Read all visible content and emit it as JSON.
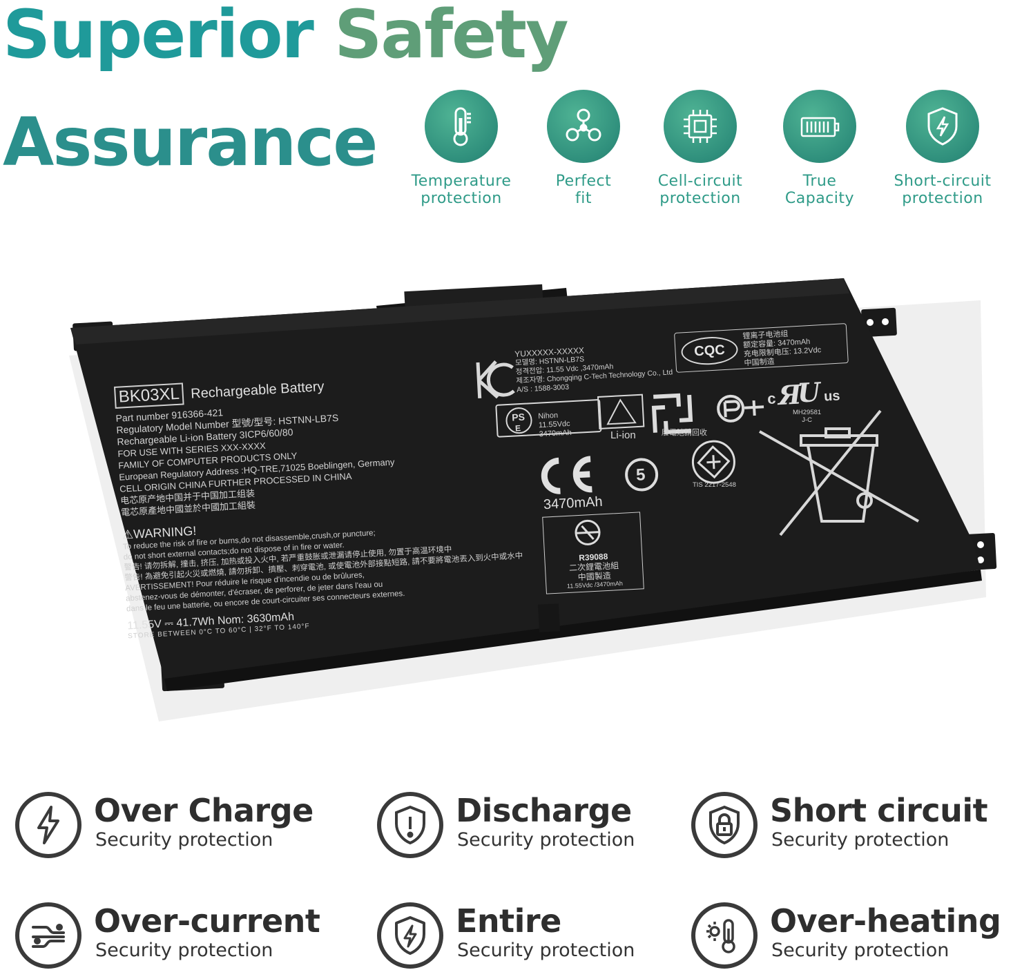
{
  "headline": {
    "line1_part1": "Superior ",
    "line1_part2": "Safety",
    "line2": "Assurance"
  },
  "colors": {
    "teal": "#1f9a9a",
    "green": "#5f9e78",
    "icon_green": "#2f8f7c",
    "dark": "#2e2e2e",
    "battery": "#1c1c1c"
  },
  "features": [
    {
      "icon": "thermometer-icon",
      "line1": "Temperature",
      "line2": "protection"
    },
    {
      "icon": "molecule-icon",
      "line1": "Perfect",
      "line2": "fit"
    },
    {
      "icon": "chip-icon",
      "line1": "Cell-circuit",
      "line2": "protection"
    },
    {
      "icon": "battery-icon",
      "line1": "True",
      "line2": "Capacity"
    },
    {
      "icon": "shield-bolt-icon",
      "line1": "Short-circuit",
      "line2": "protection"
    }
  ],
  "battery": {
    "model": "BK03XL",
    "title": "Rechargeable Battery",
    "spec_lines": [
      "Part number 916366-421",
      "Regulatory Model Number 型號/型号: HSTNN-LB7S",
      "Rechargeable Li-ion Battery  3ICP6/60/80",
      "FOR USE WITH SERIES XXX-XXXX",
      "FAMILY OF COMPUTER PRODUCTS ONLY",
      "European Regulatory Address :HQ-TRE,71025 Boeblingen, Germany",
      "CELL ORIGIN CHINA FURTHER PROCESSED IN CHINA",
      "电芯原产地中国并于中国加工组装",
      "電芯原產地中國並於中國加工組裝"
    ],
    "warning_title": "⚠WARNING!",
    "warning_lines": [
      "To reduce the risk of fire or burns,do not disassemble,crush,or puncture;",
      "do not short external contacts;do not dispose of in fire or water.",
      "警告! 请勿拆解, 撞击, 挤压, 加热或投入火中, 若严重鼓胀或泄漏请停止使用, 勿置于高温环境中",
      "警告! 為避免引起火災或燃燒, 請勿拆卸、擠壓、刺穿電池, 或使電池外部接點短路, 請不要將電池丟入到火中或水中",
      "AVERTISSEMENT! Pour réduire le risque d'incendie ou de brûlures,",
      "abstenez-vous de démonter, d'écraser, de perforer, de jeter dans l'eau ou",
      "dans le feu une batterie, ou encore de court-circuiter ses connecteurs externes."
    ],
    "voltage_line": "11.55V ⎓ 41.7Wh   Nom: 3630mAh",
    "store_line": "STORE BETWEEN  0°C TO 60°C | 32°F TO 140°F",
    "cert_lines": [
      "YUXXXXX-XXXXX",
      "모델명: HSTNN-LB7S",
      "정격전압: 11.55 Vdc ,3470mAh",
      "제조자명: Chongqing C-Tech Technology Co., Ltd",
      "A/S : 1588-3003"
    ],
    "cqc_logo": "CQC",
    "cqc_lines": [
      "锂离子电池组",
      "额定容量: 3470mAh",
      "充电限制电压: 13.2Vdc",
      "中国制造"
    ],
    "ps_lines": [
      "Nihon",
      "11.55Vdc",
      "3470mAh"
    ],
    "liion": "Li-ion",
    "recycle_cn": "廢電池請回收",
    "mh_lines": [
      "MH29581",
      "J-C"
    ],
    "tis": "TIS 2217-2548",
    "capacity": "3470mAh",
    "r_code": "R39088",
    "r_lines": [
      "二次鋰電池組",
      "中國製造"
    ],
    "r_sub": "11.55Vdc /3470mAh"
  },
  "protections": [
    {
      "icon": "lightning-icon",
      "title": "Over Charge",
      "subtitle": "Security protection"
    },
    {
      "icon": "shield-alert-icon",
      "title": "Discharge",
      "subtitle": "Security protection"
    },
    {
      "icon": "lock-icon",
      "title": "Short circuit",
      "subtitle": "Security protection"
    },
    {
      "icon": "current-lines-icon",
      "title": "Over-current",
      "subtitle": "Security protection"
    },
    {
      "icon": "shield-bolt-icon",
      "title": "Entire",
      "subtitle": "Security protection"
    },
    {
      "icon": "thermometer-sun-icon",
      "title": "Over-heating",
      "subtitle": "Security protection"
    }
  ]
}
